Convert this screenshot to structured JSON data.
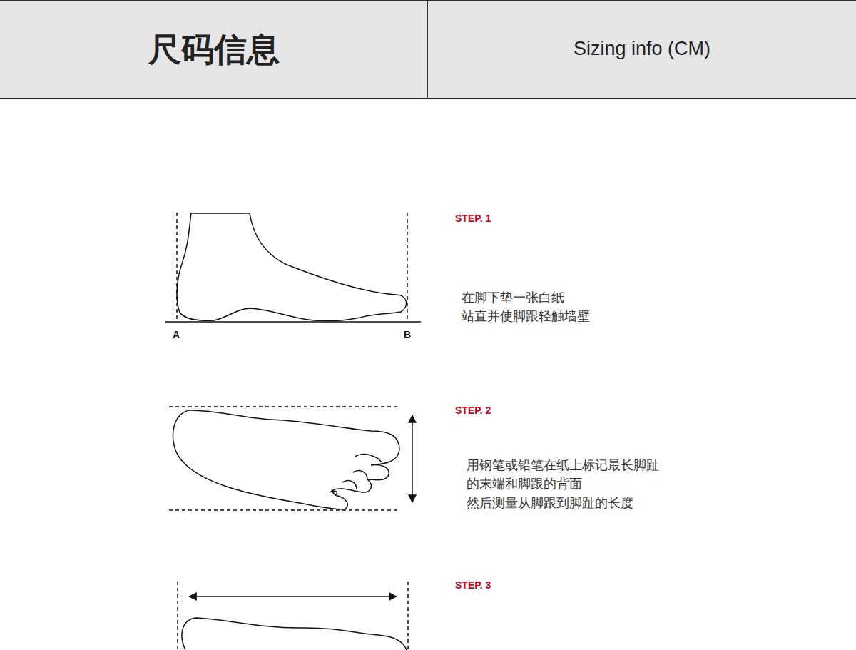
{
  "diagram": {
    "nodes": [
      {
        "text": [
          "尺码信息"
        ]
      },
      {
        "text": [
          "Sizing info (CM)"
        ]
      }
    ],
    "labels": [
      "STEP. 1",
      "A",
      "B",
      "在脚下垫一张白纸",
      "站直并使脚跟轻触墙壁",
      "STEP. 2",
      "用钢笔或铅笔在纸上标记最长脚趾",
      "的末端和脚跟的背面",
      "然后测量从脚跟到脚趾的长度",
      "STEP. 3"
    ]
  }
}
